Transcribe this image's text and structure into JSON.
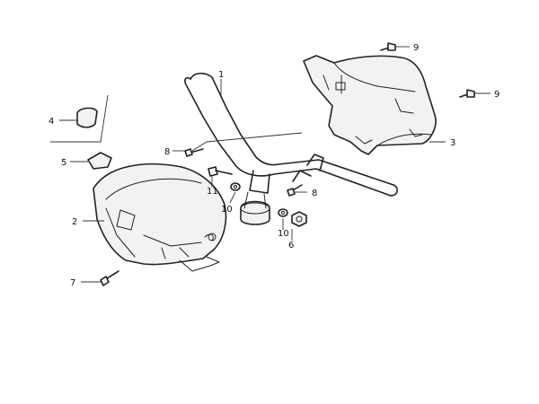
{
  "callouts": {
    "c1": "1",
    "c2": "2",
    "c3": "3",
    "c4": "4",
    "c5": "5",
    "c6": "6",
    "c7": "7",
    "c8a": "8",
    "c8b": "8",
    "c9a": "9",
    "c9b": "9",
    "c10a": "10",
    "c10b": "10",
    "c11": "11"
  }
}
